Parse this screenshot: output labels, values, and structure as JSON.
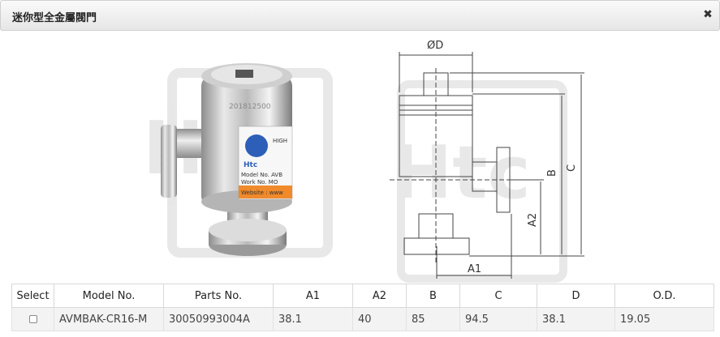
{
  "dialog": {
    "title": "迷你型全金屬閥門",
    "close_glyph": "✖"
  },
  "photo": {
    "label_brand": "Htc",
    "label_line1": "Model No. AVB",
    "label_line2": "Work No. MO",
    "label_line3": "Website : www",
    "label_top": "HIGH",
    "serial_text": "201812500",
    "watermark": "Htc"
  },
  "drawing": {
    "dim_d": "ØD",
    "dim_b": "B",
    "dim_c": "C",
    "dim_a1": "A1",
    "dim_a2": "A2",
    "watermark": "Htc"
  },
  "table": {
    "headers": [
      "Select",
      "Model No.",
      "Parts No.",
      "A1",
      "A2",
      "B",
      "C",
      "D",
      "O.D."
    ],
    "rows": [
      {
        "model": "AVMBAK-CR16-M",
        "parts": "30050993004A",
        "a1": "38.1",
        "a2": "40",
        "b": "85",
        "c": "94.5",
        "d": "38.1",
        "od": "19.05"
      }
    ]
  }
}
